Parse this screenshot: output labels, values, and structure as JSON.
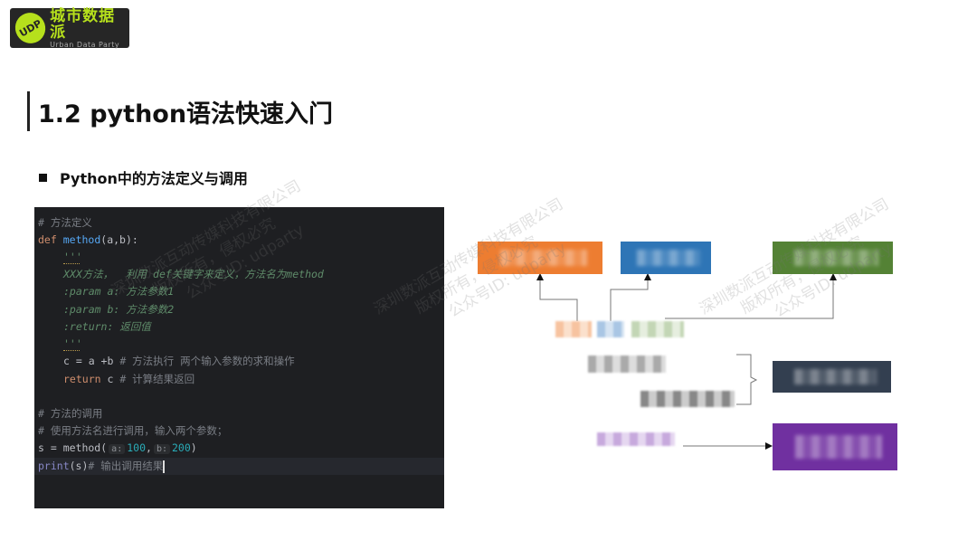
{
  "logo": {
    "name_cn": "城市数据派",
    "name_en": "Urban Data Party"
  },
  "header": {
    "title": "1.2 python语法快速入门",
    "subtitle": "Python中的方法定义与调用"
  },
  "code": {
    "l1": "# 方法定义",
    "l2_kw": "def",
    "l2_fn": "method",
    "l2_rest": "(a,b):",
    "l3": "'''",
    "l4": "XXX方法，  利用 def关键字来定义，方法名为method",
    "l5": ":param a: 方法参数1",
    "l6": ":param b: 方法参数2",
    "l7": ":return: 返回值",
    "l8": "'''",
    "l9_code": "c = a +b ",
    "l9_cm": "# 方法执行 两个输入参数的求和操作",
    "l10_kw": "return",
    "l10_code": " c ",
    "l10_cm": "# 计算结果返回",
    "l11": "# 方法的调用",
    "l12": "# 使用方法名进行调用，输入两个参数；",
    "l13_a": "s = method(",
    "l13_ha": "a:",
    "l13_v1": "100",
    "l13_comma": ",",
    "l13_hb": "b:",
    "l13_v2": "200",
    "l13_end": ")",
    "l14_fn": "print",
    "l14_rest": "(s)",
    "l14_cm": "# 输出调用结果"
  },
  "diagram": {
    "colors": {
      "orange": "#ed7d31",
      "blue": "#2e75b6",
      "green": "#548235",
      "dark": "#333f50",
      "purple": "#7030a0"
    }
  },
  "watermark": {
    "l1": "深圳数派互动传媒科技有限公司",
    "l2": "版权所有，侵权必究",
    "l3": "公众号ID: udparty"
  }
}
